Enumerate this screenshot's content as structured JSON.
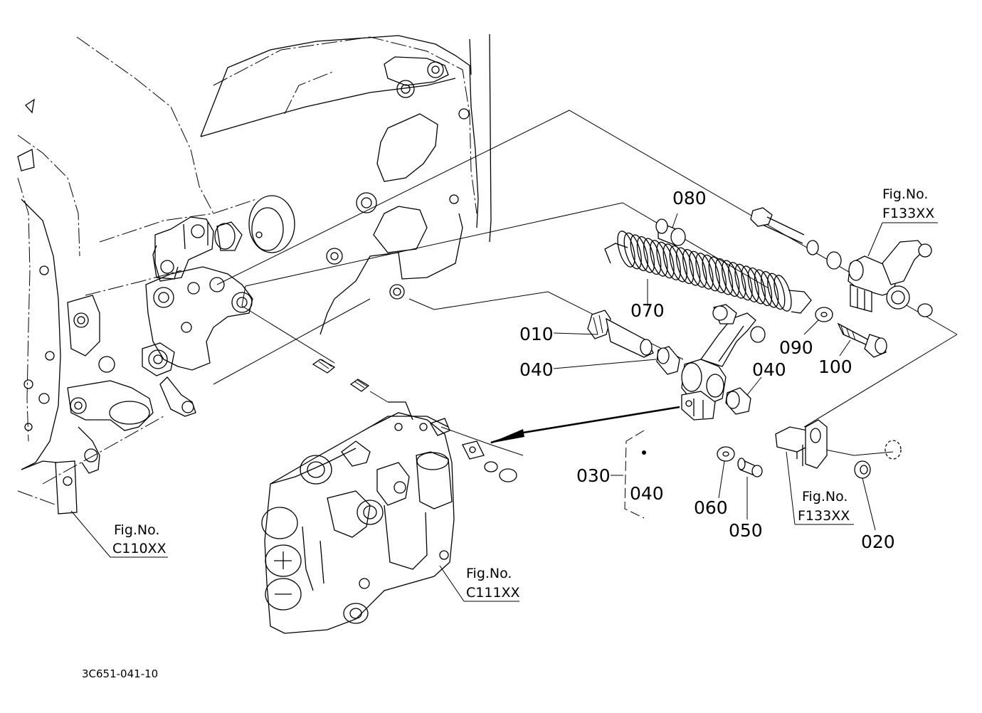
{
  "parts": [
    {
      "key": "p080",
      "label": "080"
    },
    {
      "key": "p070",
      "label": "070"
    },
    {
      "key": "p010",
      "label": "010"
    },
    {
      "key": "p040a",
      "label": "040"
    },
    {
      "key": "p040b",
      "label": "040"
    },
    {
      "key": "p090",
      "label": "090"
    },
    {
      "key": "p100",
      "label": "100"
    },
    {
      "key": "p030",
      "label": "030"
    },
    {
      "key": "p040c",
      "label": "040"
    },
    {
      "key": "p060",
      "label": "060"
    },
    {
      "key": "p050",
      "label": "050"
    },
    {
      "key": "p020",
      "label": "020"
    }
  ],
  "figure_refs": [
    {
      "key": "f133_top",
      "line1": "Fig.No.",
      "line2": "F133XX"
    },
    {
      "key": "f133_mid",
      "line1": "Fig.No.",
      "line2": "F133XX"
    },
    {
      "key": "c110",
      "line1": "Fig.No.",
      "line2": "C110XX"
    },
    {
      "key": "c111",
      "line1": "Fig.No.",
      "line2": "C111XX"
    }
  ],
  "drawing_code": "3C651-041-10"
}
